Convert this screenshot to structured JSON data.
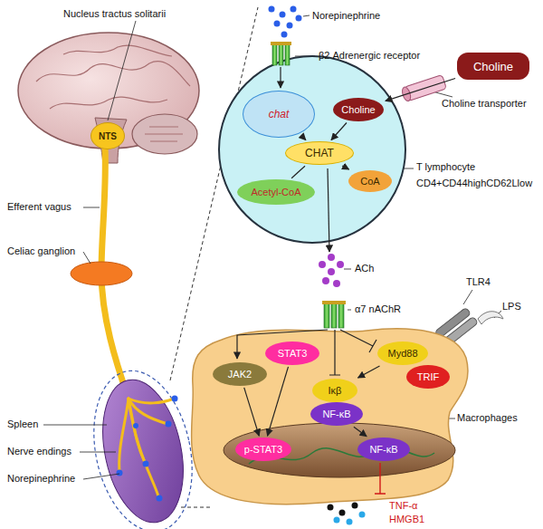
{
  "diagram": {
    "nodes": [
      {
        "text": [
          "NTS"
        ]
      },
      {
        "text": [
          "T lymphocyte",
          "CD4+CD44highCD62Llow"
        ]
      },
      {
        "text": [
          "chat"
        ],
        "in": 1
      },
      {
        "text": [
          "Choline"
        ],
        "in": 1
      },
      {
        "text": [
          "CHAT"
        ],
        "in": 1
      },
      {
        "text": [
          "Acetyl-CoA"
        ],
        "in": 1
      },
      {
        "text": [
          "CoA"
        ],
        "in": 1
      },
      {
        "text": [
          "Choline"
        ]
      },
      {
        "text": [
          "Macrophages"
        ]
      },
      {
        "text": [
          "JAK2"
        ],
        "in": 8
      },
      {
        "text": [
          "STAT3"
        ],
        "in": 8
      },
      {
        "text": [
          "Myd88"
        ],
        "in": 8
      },
      {
        "text": [
          "TRIF"
        ],
        "in": 8
      },
      {
        "text": [
          "Iκβ"
        ],
        "in": 8
      },
      {
        "text": [
          "NF-κB"
        ],
        "in": 8
      },
      {
        "text": [
          "p-STAT3"
        ],
        "in": 8
      },
      {
        "text": [
          "NF-κB"
        ],
        "in": 8
      }
    ],
    "edges": [
      {
        "from": 2,
        "to": 4,
        "arrow": "to"
      },
      {
        "from": 3,
        "to": 4,
        "arrow": "to"
      },
      {
        "from": 5,
        "to": 4,
        "arrow": "none"
      },
      {
        "from": 4,
        "to": 6,
        "arrow": "to"
      },
      {
        "from": 7,
        "to": 3,
        "arrow": "to"
      },
      {
        "from": 9,
        "to": 15,
        "arrow": "to"
      },
      {
        "from": 10,
        "to": 15,
        "arrow": "to"
      },
      {
        "from": 11,
        "to": 13,
        "arrow": "to"
      },
      {
        "from": 14,
        "to": 16,
        "arrow": "to"
      }
    ],
    "labels": [
      "Nucleus tractus solitarii",
      "Efferent vagus",
      "Celiac ganglion",
      "Spleen",
      "Nerve endings",
      "Norepinephrine",
      "Norepinephrine",
      "β2 Adrenergic receptor",
      "Choline transporter",
      "ACh",
      "α7 nAChR",
      "TLR4",
      "LPS",
      "TNF-α",
      "HMGB1"
    ]
  }
}
